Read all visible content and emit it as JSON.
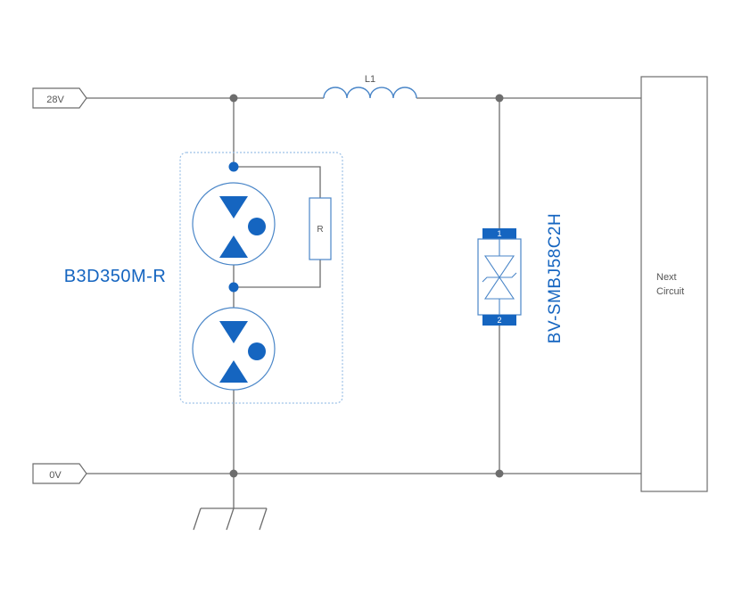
{
  "labels": {
    "input_positive": "28V",
    "input_ground": "0V",
    "inductor": "L1",
    "resistor": "R",
    "gdt_part": "B3D350M-R",
    "tvs_part": "BV-SMBJ58C2H",
    "tvs_pin_1": "1",
    "tvs_pin_2": "2",
    "next_circuit_line1": "Next",
    "next_circuit_line2": "Circuit"
  },
  "colors": {
    "wire": "#6d6d6d",
    "accent_blue": "#1565c0",
    "component_outline": "#4a86c8",
    "dashed_box": "#9cc0e6",
    "label_text": "#555555",
    "background": "#ffffff"
  }
}
